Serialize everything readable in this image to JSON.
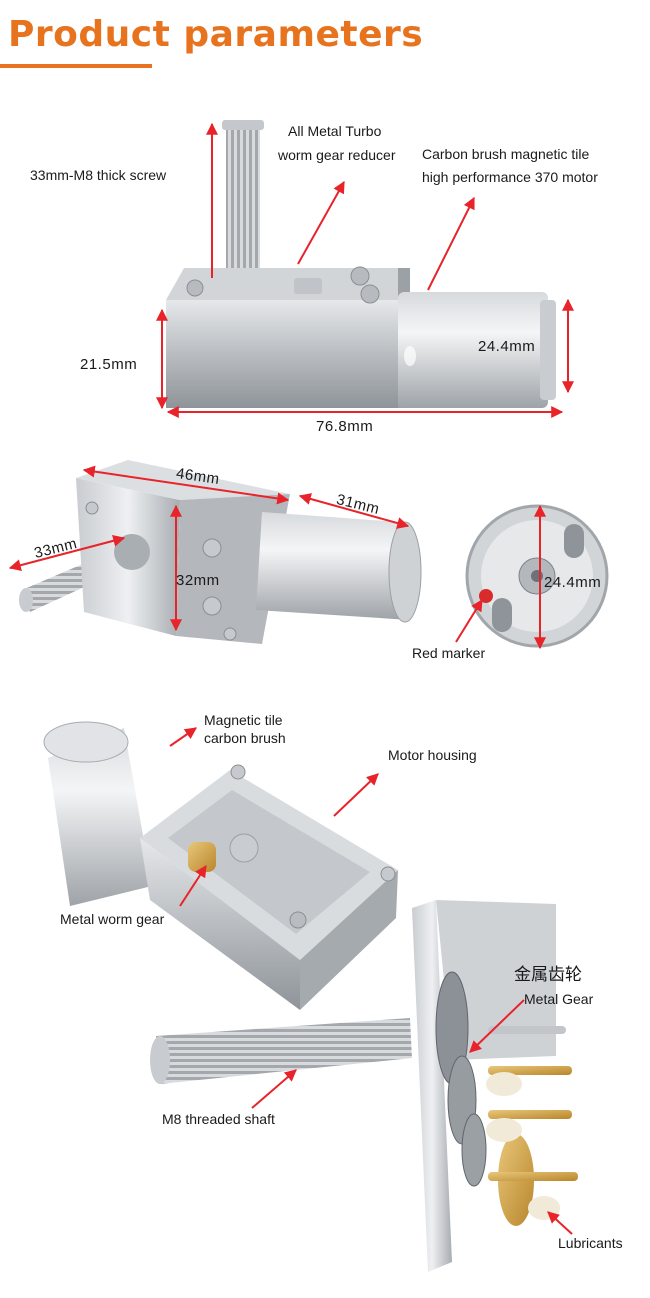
{
  "header": {
    "title": "Product parameters"
  },
  "section1": {
    "screw_label": "33mm-M8 thick screw",
    "reducer_label_1": "All Metal Turbo",
    "reducer_label_2": "worm gear reducer",
    "motor_label_1": "Carbon brush magnetic tile",
    "motor_label_2": "high performance 370 motor",
    "height_dim": "21.5mm",
    "motor_dia_dim": "24.4mm",
    "length_dim": "76.8mm"
  },
  "section2": {
    "width_dim": "46mm",
    "motor_len_dim": "31mm",
    "shaft_len_dim": "33mm",
    "box_height_dim": "32mm",
    "end_dia_dim": "24.4mm",
    "red_marker_label": "Red marker"
  },
  "section3": {
    "magnetic_label_1": "Magnetic tile",
    "magnetic_label_2": "carbon brush",
    "housing_label": "Motor housing",
    "worm_gear_label": "Metal worm gear",
    "metal_gear_cn": "金属齿轮",
    "metal_gear_label": "Metal Gear",
    "shaft_label": "M8 threaded shaft",
    "lubricants_label": "Lubricants"
  },
  "colors": {
    "accent": "#e8731e",
    "annotation": "#e8232a"
  }
}
